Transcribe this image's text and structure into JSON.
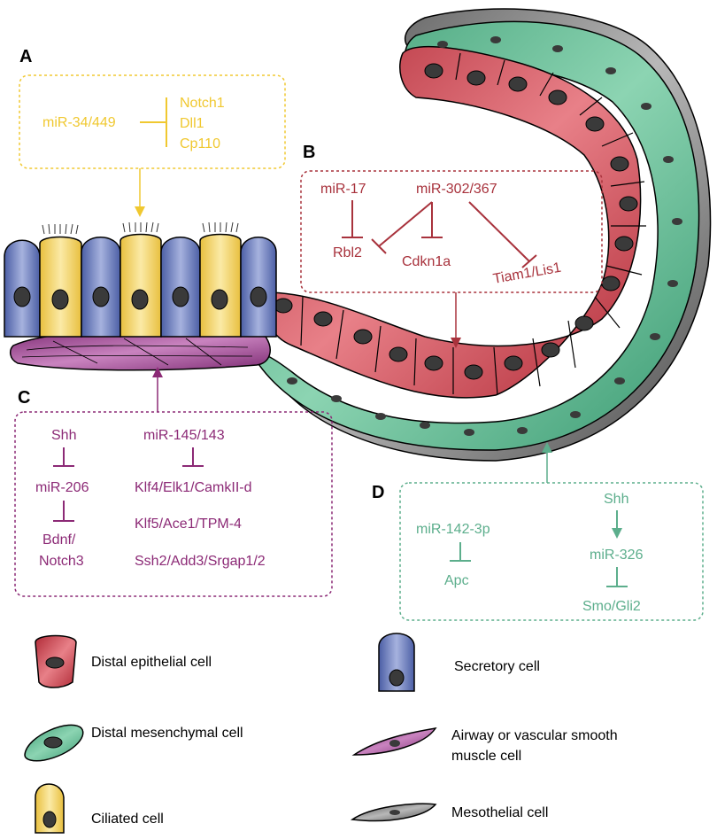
{
  "colors": {
    "panel_a": "#f0c830",
    "panel_b": "#a8323c",
    "panel_c": "#8c2a76",
    "panel_d": "#5cae8c",
    "distal_epithelial": "#c63a46",
    "distal_mesenchymal": "#4fae86",
    "ciliated": "#f3d36b",
    "secretory": "#5a6fb3",
    "smooth_muscle": "#9a3c8c",
    "mesothelial": "#707070",
    "nucleus": "#3a3a3a"
  },
  "panels": {
    "a": {
      "letter": "A",
      "regulator": "miR-34/449",
      "targets": [
        "Notch1",
        "Dll1",
        "Cp110"
      ]
    },
    "b": {
      "letter": "B",
      "regulators": [
        "miR-17",
        "miR-302/367"
      ],
      "targets": [
        "Rbl2",
        "Cdkn1a",
        "Tiam1/Lis1"
      ]
    },
    "c": {
      "letter": "C",
      "left_chain": [
        "Shh",
        "miR-206",
        "Bdnf/",
        "Notch3"
      ],
      "right_regulator": "miR-145/143",
      "right_targets": [
        "Klf4/Elk1/CamkII-d",
        "Klf5/Ace1/TPM-4",
        "Ssh2/Add3/Srgap1/2"
      ]
    },
    "d": {
      "letter": "D",
      "left_chain": [
        "miR-142-3p",
        "Apc"
      ],
      "right_chain": [
        "Shh",
        "miR-326",
        "Smo/Gli2"
      ]
    }
  },
  "legend": [
    {
      "icon": "distal-epithelial",
      "label": "Distal epithelial cell"
    },
    {
      "icon": "secretory",
      "label": "Secretory cell"
    },
    {
      "icon": "distal-mesenchymal",
      "label": "Distal mesenchymal cell"
    },
    {
      "icon": "smooth-muscle",
      "label_line1": "Airway or vascular smooth",
      "label_line2": "muscle cell"
    },
    {
      "icon": "ciliated",
      "label": "Ciliated cell"
    },
    {
      "icon": "mesothelial",
      "label": "Mesothelial cell"
    }
  ]
}
